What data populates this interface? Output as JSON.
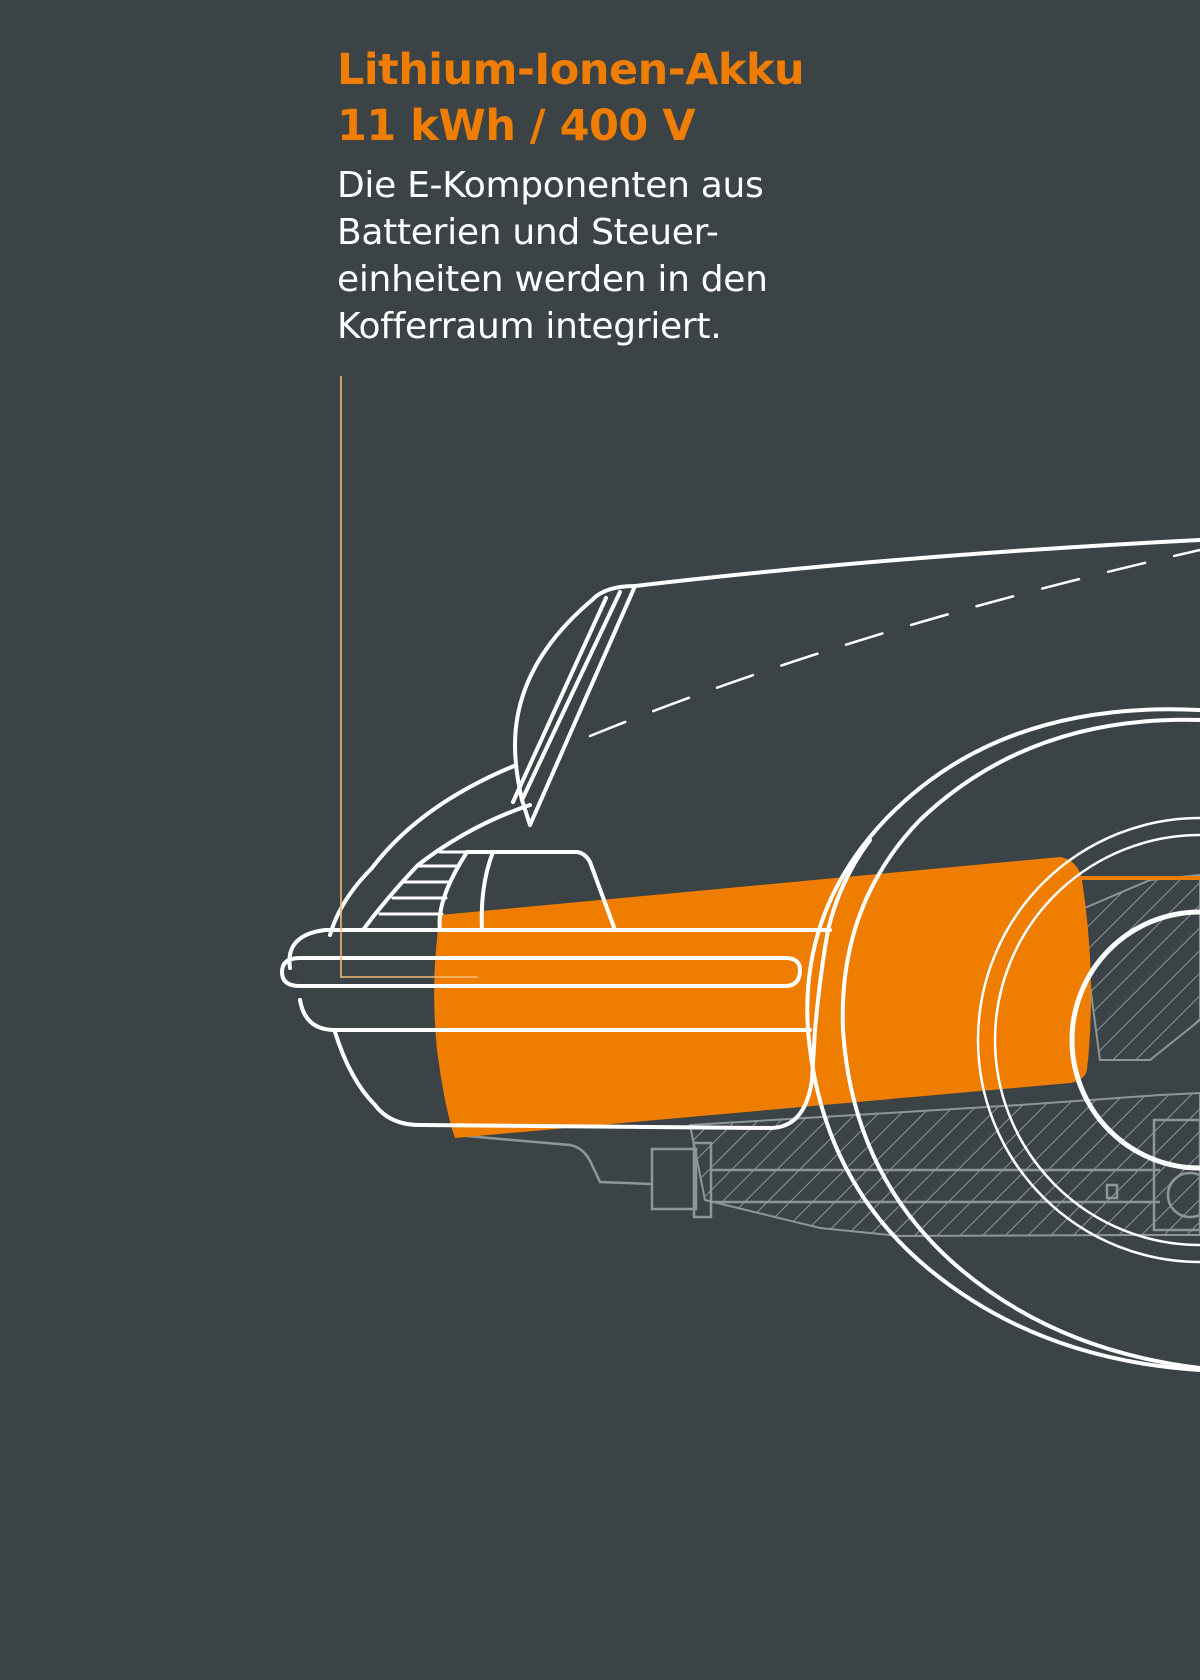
{
  "headline": {
    "line1": "Lithium-Ionen-Akku",
    "line2": "11 kWh / 400 V"
  },
  "description": {
    "line1": "Die E-Komponenten aus",
    "line2": "Batterien und Steuer-",
    "line3": "einheiten werden in den",
    "line4": "Kofferraum integriert."
  },
  "colors": {
    "background": "#3c4347",
    "accent": "#ef7d00",
    "outline": "#ffffff",
    "hatch": "#8f969a",
    "leader": "#f3b97a"
  }
}
